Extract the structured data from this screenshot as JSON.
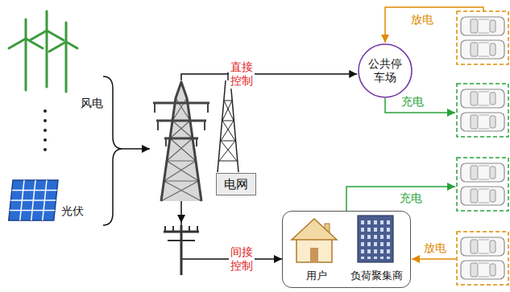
{
  "diagram": {
    "nodes": [
      {
        "text": [
          "电网"
        ]
      },
      {
        "text": [
          "公共停车场"
        ]
      },
      {
        "text": [
          "用户",
          "负荷聚集商"
        ]
      }
    ],
    "edges": [
      {
        "from": 0,
        "to": 1,
        "arrow": "to",
        "label": "直接控制"
      },
      {
        "from": 0,
        "to": 2,
        "arrow": "to",
        "label": "间接控制"
      }
    ],
    "labels": [
      "风电",
      "光伏",
      "放电",
      "充电",
      "充电",
      "放电"
    ]
  }
}
